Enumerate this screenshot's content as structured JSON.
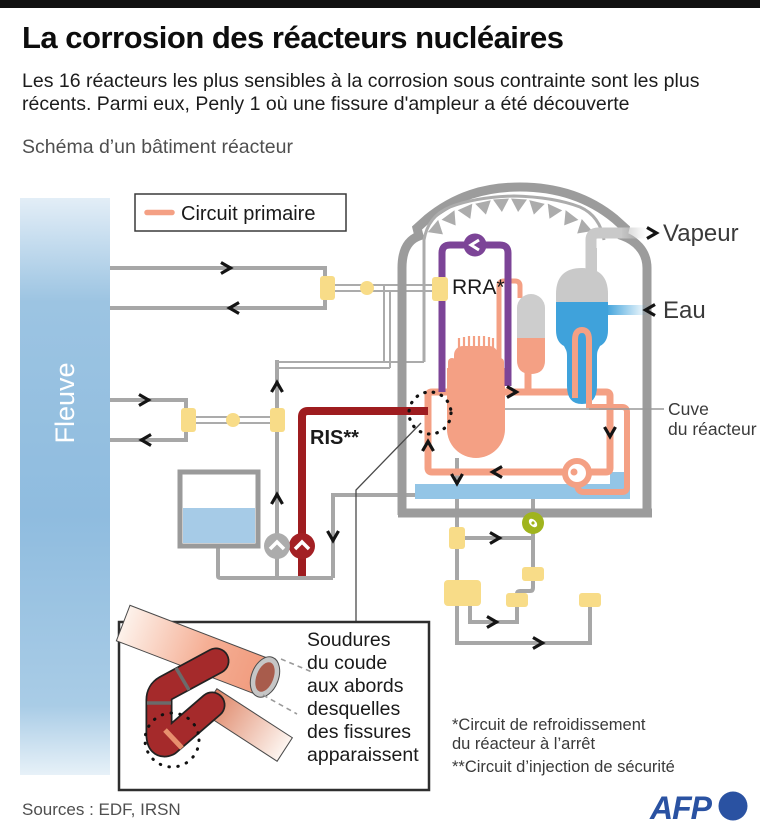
{
  "header": {
    "title": "La corrosion des réacteurs nucléaires",
    "subtitle": "Les 16 réacteurs les plus sensibles à la corrosion sous contrainte sont les plus récents. Parmi eux, Penly 1 où une fissure d'ampleur a été découverte",
    "diagram_label": "Schéma d’un bâtiment réacteur"
  },
  "legend": {
    "primary_circuit": "Circuit primaire"
  },
  "diagram": {
    "river_label": "Fleuve",
    "rra_label": "RRA*",
    "ris_label": "RIS**",
    "steam_label": "Vapeur",
    "water_label": "Eau",
    "vessel_label_line1": "Cuve",
    "vessel_label_line2": "du réacteur",
    "inset_lines": [
      "Soudures",
      "du coude",
      "aux abords",
      "desquelles",
      "des fissures",
      "apparaissent"
    ],
    "footnote1_line1": "*Circuit de refroidissement",
    "footnote1_line2": "du réacteur à l’arrêt",
    "footnote2": "**Circuit d’injection de sécurité"
  },
  "footer": {
    "sources": "Sources : EDF, IRSN",
    "logo": "AFP"
  },
  "colors": {
    "primary_circuit": "#F4A084",
    "rra_purple": "#7C4497",
    "ris_dark_red": "#9E1C1F",
    "component_yellow": "#F8DC88",
    "pipe_gray": "#A7A7A7",
    "water_blue": "#3FA2DB",
    "river_blue": "#8FBCDF",
    "basin_blue": "#93C5E6",
    "valve_green": "#A0B41E",
    "afp_blue": "#2A52A2"
  }
}
